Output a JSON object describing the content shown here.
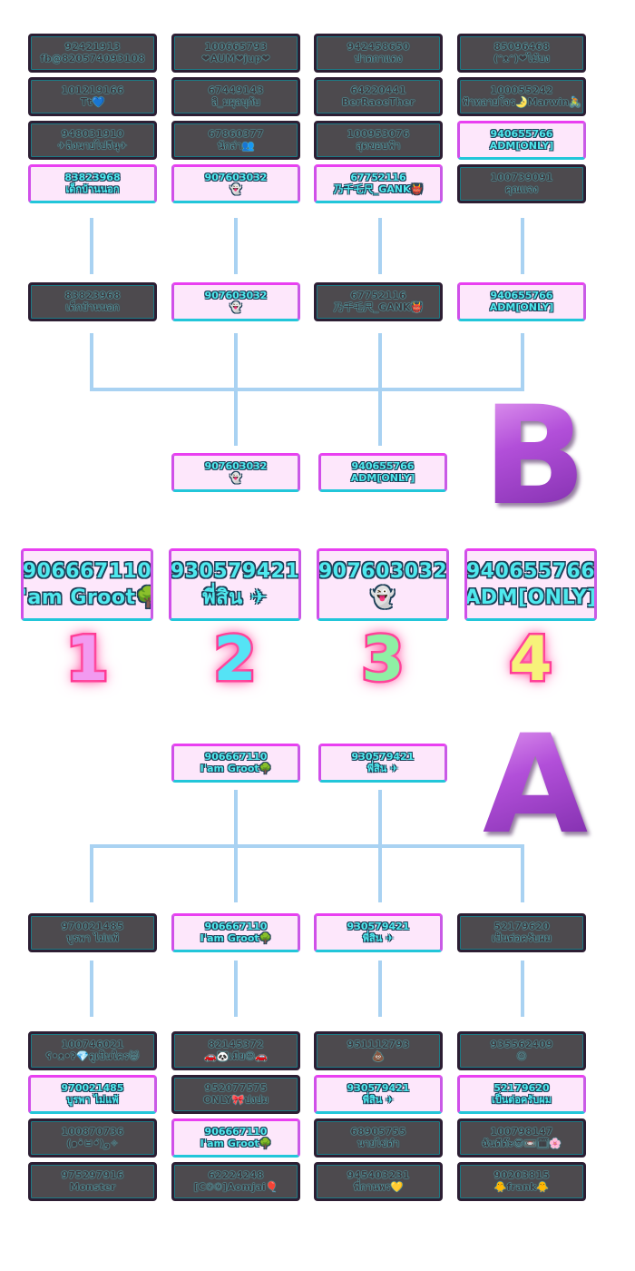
{
  "colors": {
    "dark_card_bg": "#4d4a4e",
    "light_card_bg": "#fde7fb",
    "neon_cyan": "#4fe9ee",
    "neon_magenta": "#e93ff1",
    "connector": "#a9d2f2",
    "rank1": "#f29af0",
    "rank2": "#55e3f5",
    "rank3": "#8ff0a4",
    "rank4": "#f7f27a"
  },
  "groupB": {
    "letter": "B",
    "pool": [
      {
        "id": "92421913",
        "name": "fb@820574093108",
        "style": "dark"
      },
      {
        "id": "100665793",
        "name": "❤AUM❤jup❤",
        "style": "dark"
      },
      {
        "id": "942458650",
        "name": "ปาดกาแดง",
        "style": "dark"
      },
      {
        "id": "85096468",
        "name": "(ᵔᴥᵔ)❤ไม้บง",
        "style": "dark"
      },
      {
        "id": "101219166",
        "name": "Tt💙",
        "style": "dark"
      },
      {
        "id": "67449143",
        "name": "ลิ_มผุลบุกับ",
        "style": "dark"
      },
      {
        "id": "64220441",
        "name": "BerRaoeTher",
        "style": "dark"
      },
      {
        "id": "100055242",
        "name": "ฟ้าทลายโจร🌛Marwin🚴",
        "style": "dark"
      },
      {
        "id": "948031910",
        "name": "✈ลิงนายไปจีนุ✈",
        "style": "dark"
      },
      {
        "id": "67860377",
        "name": "นักล่า👥",
        "style": "dark"
      },
      {
        "id": "100953076",
        "name": "สุดขอบฟ้า",
        "style": "dark"
      },
      {
        "id": "940655766",
        "name": "ADM[ONLY]",
        "style": "light"
      },
      {
        "id": "83823968",
        "name": "เด็กบ้านนอก",
        "style": "light"
      },
      {
        "id": "907603032",
        "name": "👻",
        "style": "light"
      },
      {
        "id": "67752116",
        "name": "乃千乇尺_GANK👹",
        "style": "light"
      },
      {
        "id": "100739091",
        "name": "คุณแจง",
        "style": "dark"
      }
    ],
    "round2": [
      {
        "id": "83823968",
        "name": "เด็กบ้านนอก",
        "style": "dark"
      },
      {
        "id": "907603032",
        "name": "👻",
        "style": "light"
      },
      {
        "id": "67752116",
        "name": "乃千乇尺_GANK👹",
        "style": "dark"
      },
      {
        "id": "940655766",
        "name": "ADM[ONLY]",
        "style": "light"
      }
    ],
    "winners": [
      {
        "id": "907603032",
        "name": "👻",
        "style": "light"
      },
      {
        "id": "940655766",
        "name": "ADM[ONLY]",
        "style": "light"
      }
    ]
  },
  "finals": [
    {
      "rank": "1",
      "id": "906667110",
      "name": "I'am Groot🌳"
    },
    {
      "rank": "2",
      "id": "930579421",
      "name": "พี่สิน ✈"
    },
    {
      "rank": "3",
      "id": "907603032",
      "name": "👻"
    },
    {
      "rank": "4",
      "id": "940655766",
      "name": "ADM[ONLY]"
    }
  ],
  "groupA": {
    "letter": "A",
    "winners": [
      {
        "id": "906667110",
        "name": "I'am Groot🌳",
        "style": "light"
      },
      {
        "id": "930579421",
        "name": "พี่สิน ✈",
        "style": "light"
      }
    ],
    "round2": [
      {
        "id": "970021485",
        "name": "บูรพา ไม่แพ้",
        "style": "dark"
      },
      {
        "id": "906667110",
        "name": "I'am Groot🌳",
        "style": "light"
      },
      {
        "id": "930579421",
        "name": "พี่สิน ✈",
        "style": "light"
      },
      {
        "id": "52179620",
        "name": "เป็นต่อครับผม",
        "style": "dark"
      }
    ],
    "pool": [
      {
        "id": "100746021",
        "name": "ʕ•ᴥ•ʔ💎ดูเป็นใคร😺",
        "style": "dark"
      },
      {
        "id": "82145372",
        "name": "🚗🐼เมีย😍🚗",
        "style": "dark"
      },
      {
        "id": "951112793",
        "name": "💩",
        "style": "dark"
      },
      {
        "id": "935562409",
        "name": "😐",
        "style": "dark"
      },
      {
        "id": "970021485",
        "name": "บูรพา ไม่แพ้",
        "style": "light"
      },
      {
        "id": "952077575",
        "name": "ONLY🎀ปงปม",
        "style": "dark"
      },
      {
        "id": "930579421",
        "name": "พี่สิน ✈",
        "style": "light"
      },
      {
        "id": "52179620",
        "name": "เป็นต่อครับผม",
        "style": "light"
      },
      {
        "id": "100870736",
        "name": "(๑•̀ㅂ•́)و✧",
        "style": "dark"
      },
      {
        "id": "906667110",
        "name": "I'am Groot🌳",
        "style": "light"
      },
      {
        "id": "68905755",
        "name": "นายไข่ดำ",
        "style": "dark"
      },
      {
        "id": "100798147",
        "name": "ฉันดีด๊ะ😎📼🗓🌸",
        "style": "dark"
      },
      {
        "id": "975297916",
        "name": "Monster",
        "style": "dark"
      },
      {
        "id": "62224248",
        "name": "[C②⑨]Aomjai🎈",
        "style": "dark"
      },
      {
        "id": "945403231",
        "name": "พี่กานพร💛",
        "style": "dark"
      },
      {
        "id": "90203815",
        "name": "🐥frank🐥",
        "style": "dark"
      }
    ]
  }
}
